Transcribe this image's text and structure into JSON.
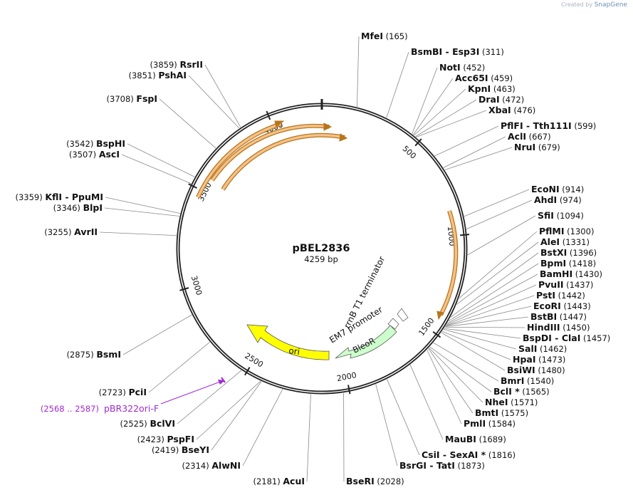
{
  "watermark": {
    "prefix": "Created by",
    "brand": "SnapGene"
  },
  "plasmid": {
    "name": "pBEL2836",
    "length_label": "4259 bp",
    "length": 4259
  },
  "colors": {
    "feature_orange": "#f4c28a",
    "feature_orange_edge": "#b8741a",
    "ori_yellow": "#ffff00",
    "bleor_green": "#ccffcc",
    "primer_purple": "#a12ad1",
    "backbone": "#222222"
  },
  "ticks": [
    {
      "pos": 500,
      "label": "500"
    },
    {
      "pos": 1000,
      "label": "1000"
    },
    {
      "pos": 1500,
      "label": "1500"
    },
    {
      "pos": 2000,
      "label": "2000"
    },
    {
      "pos": 2500,
      "label": "2500"
    },
    {
      "pos": 3000,
      "label": "3000"
    },
    {
      "pos": 3500,
      "label": "3500"
    },
    {
      "pos": 4000,
      "label": "4000"
    }
  ],
  "features": [
    {
      "name": "ori",
      "label": "ori",
      "type": "ori"
    },
    {
      "name": "BleoR",
      "label": "BleoR",
      "type": "cds"
    },
    {
      "name": "EM7 promoter",
      "label": "EM7 promoter",
      "type": "promoter"
    },
    {
      "name": "rrnB T1 terminator",
      "label": "rrnB T1 terminator",
      "type": "terminator"
    }
  ],
  "primer": {
    "name": "pBR322ori-F",
    "range": "(2568 .. 2587)"
  },
  "enzymes": [
    {
      "name": "MfeI",
      "pos": "(165)"
    },
    {
      "name": "BsmBI",
      "name2": "Esp3I",
      "pos": "(311)"
    },
    {
      "name": "NotI",
      "pos": "(452)"
    },
    {
      "name": "Acc65I",
      "pos": "(459)"
    },
    {
      "name": "KpnI",
      "pos": "(463)"
    },
    {
      "name": "DraI",
      "pos": "(472)"
    },
    {
      "name": "XbaI",
      "pos": "(476)"
    },
    {
      "name": "PflFI",
      "name2": "Tth111I",
      "pos": "(599)"
    },
    {
      "name": "AclI",
      "pos": "(667)"
    },
    {
      "name": "NruI",
      "pos": "(679)"
    },
    {
      "name": "EcoNI",
      "pos": "(914)"
    },
    {
      "name": "AhdI",
      "pos": "(974)"
    },
    {
      "name": "SfiI",
      "pos": "(1094)"
    },
    {
      "name": "PflMI",
      "pos": "(1300)"
    },
    {
      "name": "AleI",
      "pos": "(1331)"
    },
    {
      "name": "BstXI",
      "pos": "(1396)"
    },
    {
      "name": "BpmI",
      "pos": "(1418)"
    },
    {
      "name": "BamHI",
      "pos": "(1430)"
    },
    {
      "name": "PvuII",
      "pos": "(1437)"
    },
    {
      "name": "PstI",
      "pos": "(1442)"
    },
    {
      "name": "EcoRI",
      "pos": "(1443)"
    },
    {
      "name": "BstBI",
      "pos": "(1447)"
    },
    {
      "name": "HindIII",
      "pos": "(1450)"
    },
    {
      "name": "BspDI",
      "name2": "ClaI",
      "pos": "(1457)"
    },
    {
      "name": "SalI",
      "pos": "(1462)"
    },
    {
      "name": "HpaI",
      "pos": "(1473)"
    },
    {
      "name": "BsiWI",
      "pos": "(1480)"
    },
    {
      "name": "BmrI",
      "pos": "(1540)"
    },
    {
      "name": "BclI *",
      "pos": "(1565)"
    },
    {
      "name": "NheI",
      "pos": "(1571)"
    },
    {
      "name": "BmtI",
      "pos": "(1575)"
    },
    {
      "name": "PmlI",
      "pos": "(1584)"
    },
    {
      "name": "MauBI",
      "pos": "(1689)"
    },
    {
      "name": "CsiI",
      "name2": "SexAI *",
      "pos": "(1816)"
    },
    {
      "name": "BsrGI",
      "name2": "TatI",
      "pos": "(1873)"
    },
    {
      "name": "BseRI",
      "pos": "(2028)"
    },
    {
      "name": "AcuI",
      "pos": "(2181)"
    },
    {
      "name": "AlwNI",
      "pos": "(2314)"
    },
    {
      "name": "BseYI",
      "pos": "(2419)"
    },
    {
      "name": "PspFI",
      "pos": "(2423)"
    },
    {
      "name": "BclVI",
      "pos": "(2525)"
    },
    {
      "name": "PciI",
      "pos": "(2723)"
    },
    {
      "name": "BsmI",
      "pos": "(2875)"
    },
    {
      "name": "AvrII",
      "pos": "(3255)"
    },
    {
      "name": "BlpI",
      "pos": "(3346)"
    },
    {
      "name": "KflI",
      "name2": "PpuMI",
      "pos": "(3359)"
    },
    {
      "name": "AscI",
      "pos": "(3507)"
    },
    {
      "name": "BspHI",
      "pos": "(3542)"
    },
    {
      "name": "FspI",
      "pos": "(3708)"
    },
    {
      "name": "PshAI",
      "pos": "(3851)"
    },
    {
      "name": "RsrII",
      "pos": "(3859)"
    }
  ]
}
